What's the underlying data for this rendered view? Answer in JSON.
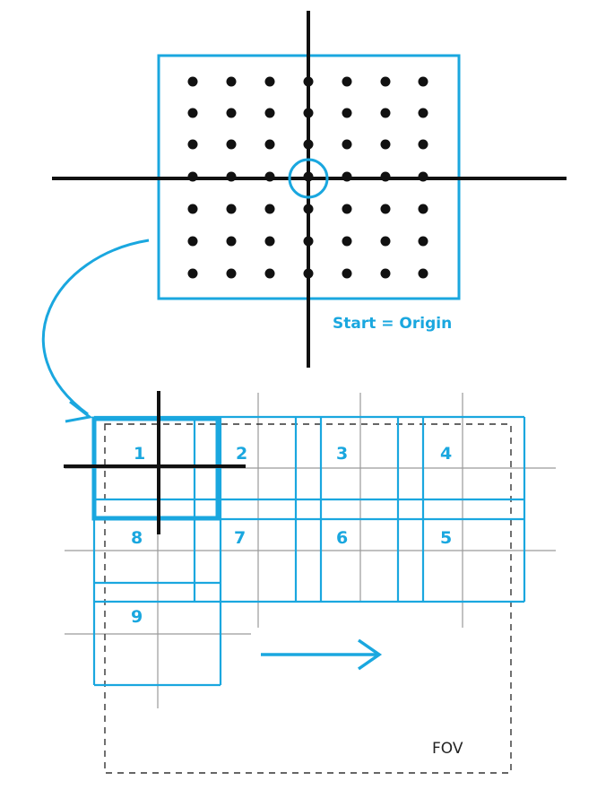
{
  "labels": {
    "start_origin": "Start = Origin",
    "fov": "FOV"
  },
  "tiles": [
    {
      "id": "tile-1",
      "label": "1"
    },
    {
      "id": "tile-2",
      "label": "2"
    },
    {
      "id": "tile-3",
      "label": "3"
    },
    {
      "id": "tile-4",
      "label": "4"
    },
    {
      "id": "tile-5",
      "label": "5"
    },
    {
      "id": "tile-6",
      "label": "6"
    },
    {
      "id": "tile-7",
      "label": "7"
    },
    {
      "id": "tile-8",
      "label": "8"
    },
    {
      "id": "tile-9",
      "label": "9"
    }
  ],
  "colors": {
    "accent": "#1aa7df",
    "ink": "#111111",
    "grid": "#9a9a9a",
    "dash": "#333333"
  }
}
